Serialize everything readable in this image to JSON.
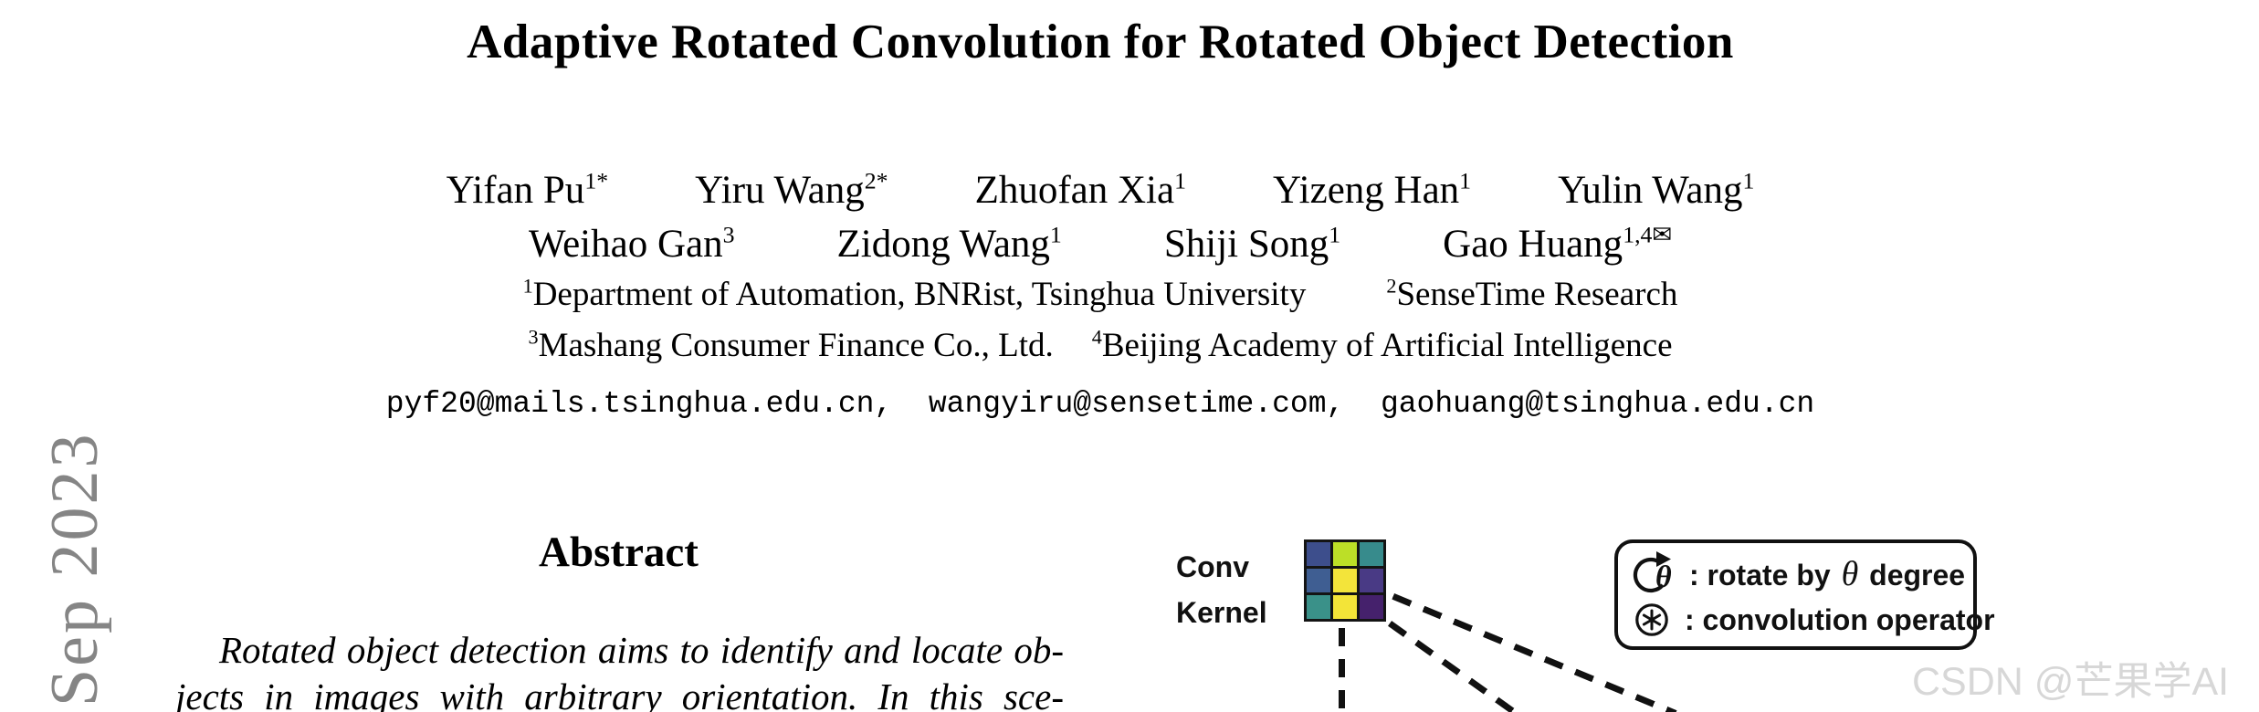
{
  "sidebar": {
    "arxiv_date": "Sep 2023"
  },
  "header": {
    "title": "Adaptive Rotated Convolution for Rotated Object Detection"
  },
  "authors": {
    "row1": [
      {
        "name": "Yifan Pu",
        "sup": "1*"
      },
      {
        "name": "Yiru Wang",
        "sup": "2*"
      },
      {
        "name": "Zhuofan Xia",
        "sup": "1"
      },
      {
        "name": "Yizeng Han",
        "sup": "1"
      },
      {
        "name": "Yulin Wang",
        "sup": "1"
      }
    ],
    "row2": [
      {
        "name": "Weihao Gan",
        "sup": "3"
      },
      {
        "name": "Zidong Wang",
        "sup": "1"
      },
      {
        "name": "Shiji Song",
        "sup": "1"
      },
      {
        "name": "Gao Huang",
        "sup": "1,4✉"
      }
    ]
  },
  "affiliations": {
    "row1": [
      {
        "sup": "1",
        "text": "Department of Automation, BNRist, Tsinghua University"
      },
      {
        "sup": "2",
        "text": "SenseTime Research"
      }
    ],
    "row2": [
      {
        "sup": "3",
        "text": "Mashang Consumer Finance Co., Ltd."
      },
      {
        "sup": "4",
        "text": "Beijing Academy of Artificial Intelligence"
      }
    ]
  },
  "emails": "pyf20@mails.tsinghua.edu.cn,  wangyiru@sensetime.com,  gaohuang@tsinghua.edu.cn",
  "abstract": {
    "heading": "Abstract",
    "lines": [
      "Rotated object detection aims to identify and locate ob-",
      "jects in images with arbitrary orientation.  In this sce-"
    ]
  },
  "figure": {
    "kernel": {
      "label_line1": "Conv",
      "label_line2": "Kernel",
      "cells": [
        "#3d4e8c",
        "#bcdf27",
        "#378b8c",
        "#3f5e92",
        "#f3e43a",
        "#493a85",
        "#3a9189",
        "#f3e438",
        "#45216c"
      ]
    },
    "legend": {
      "rotate": {
        "icon": "rotate-arrow-icon",
        "icon_theta": "θ",
        "pre": ": rotate by ",
        "theta": "θ",
        "post": " degree"
      },
      "conv": {
        "icon": "circled-asterisk-icon",
        "label": ": convolution operator"
      }
    }
  },
  "watermark": {
    "text": "CSDN @芒果学AI"
  },
  "colors": {
    "text": "#000000",
    "arxiv_gray": "#858585",
    "watermark_gray": "#d7d7d7",
    "line_black": "#111111"
  }
}
